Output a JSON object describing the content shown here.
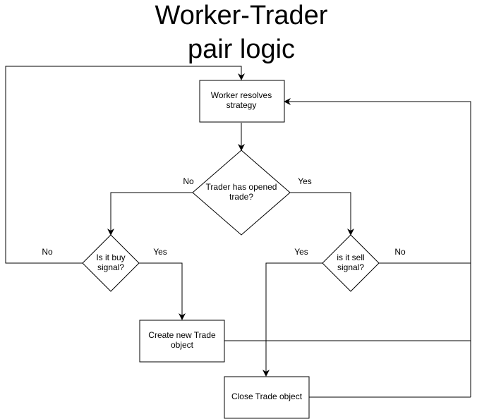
{
  "title": {
    "line1": "Worker-Trader",
    "line2": "pair logic"
  },
  "nodes": {
    "worker_resolves": {
      "line1": "Worker resolves",
      "line2": "strategy"
    },
    "trader_opened": {
      "line1": "Trader has opened",
      "line2": "trade?"
    },
    "buy_signal": {
      "line1": "Is it buy",
      "line2": "signal?"
    },
    "sell_signal": {
      "line1": "is it sell",
      "line2": "signal?"
    },
    "create_trade": {
      "line1": "Create new Trade",
      "line2": "object"
    },
    "close_trade": {
      "line1": "Close Trade object"
    }
  },
  "labels": {
    "opened_no": "No",
    "opened_yes": "Yes",
    "buy_no": "No",
    "buy_yes": "Yes",
    "sell_yes": "Yes",
    "sell_no": "No"
  },
  "colors": {
    "stroke": "#000000",
    "fill": "#ffffff"
  }
}
